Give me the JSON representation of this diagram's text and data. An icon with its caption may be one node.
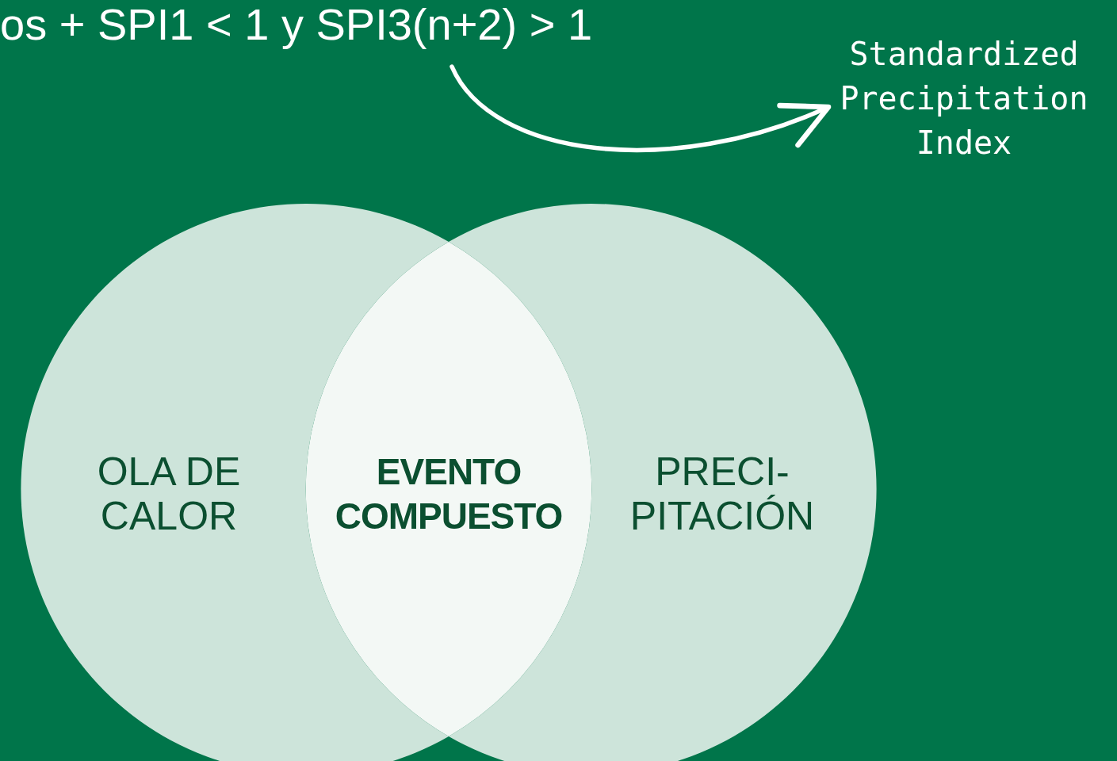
{
  "diagram": {
    "nodes": [
      {
        "text": [
          "os + SPI1 < 1 y SPI3(n+2) > 1"
        ]
      },
      {
        "text": [
          "Standardized Precipitation Index"
        ]
      },
      {
        "text": [
          "OLA DE CALOR"
        ]
      },
      {
        "text": [
          "PRECI- PITACIÓN"
        ]
      },
      {
        "text": [
          "EVENTO COMPUESTO"
        ]
      }
    ],
    "edges": [
      {
        "from": 0,
        "to": 1,
        "arrow": "to"
      }
    ]
  }
}
